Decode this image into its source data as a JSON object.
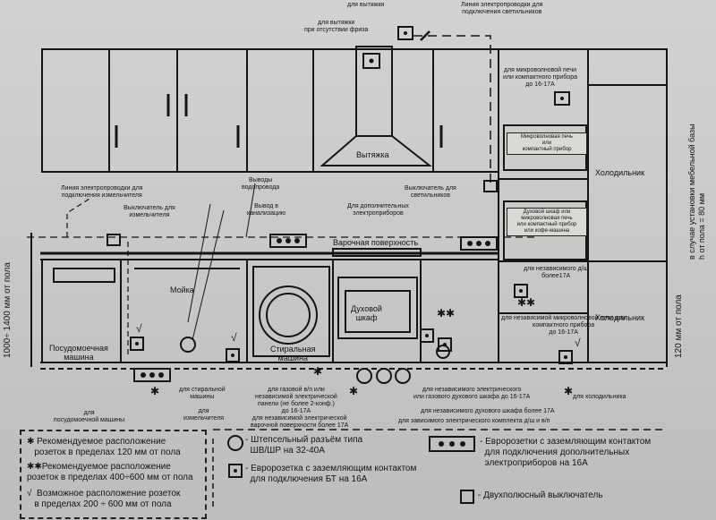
{
  "labels": {
    "vytyazhka_top": "для вытяжки",
    "vytyazhka_no_friz": "для вытяжки\nпри отсутствии фриза",
    "svetilniki_line": "Линия электропроводки для\nподключения светильников",
    "mikro_compact": "для микроволновой печи\nили компактного прибора\nдо 16-17А",
    "microwave_box": "Микроволновая печь\nили\nкомпактный прибор",
    "hood": "Вытяжка",
    "fridge_top": "Холодильник",
    "fridge_bottom": "Холодильник",
    "izmelchitel_line": "Линия электропроводки для\nподключения измельчителя",
    "izmelchitel_switch": "Выключатель для\nизмельчителя",
    "vodoprovod": "Выводы\nводопровода",
    "kanalizacia": "Вывод в\nканализацию",
    "svet_switch": "Выключатель для\nсветильников",
    "dop_pribory": "Для дополнительных\nэлектроприборов",
    "oven_panel": "Духовой шкаф или\nмикроволновая печь\nили компактный прибор\nили кофе-машина",
    "hob": "Варочная поверхность",
    "sink": "Мойка",
    "oven": "Духовой\nшкаф",
    "washer": "Стиральная\nмашина",
    "dishwasher": "Посудомоечная\nмашина",
    "indep_d": "для независимого д/ш\nболее17А",
    "indep_micro": "для независимой микроволновой печи или\nкомпактного прибора\nдо 16-17А",
    "height_left": "1000÷ 1400 мм от пола",
    "height_right": "120 мм от пола",
    "base_right": "в случае установки мебельной базы\nh от пола = 80 мм",
    "washer_socket": "для стиральной\nмашины",
    "izm_socket": "для\nизмельчителя",
    "dish_socket": "для\nпосудомоечной машины",
    "gas_socket": "для газовой в/п или\nнезависимой электрической\nпанели (не более 2-конф.)\nдо 16-17А",
    "indep_hob": "для независимой электрической\nварочной поверхности более 17А",
    "indep_oven_gas": "для независимого электрического\nили газового духового шкафа до 16-17А",
    "indep_oven_17": "для независимого духового шкафа более 17А",
    "komplekt": "для зависимого электрического комплекта д/ш и в/п",
    "fridge_socket": "для холодильника",
    "mark_double_star": "✱✱",
    "mark_star": "✱",
    "mark_check": "√"
  },
  "legend": {
    "l1": "✱ Рекомендуемое расположение\n   розеток в пределах 120 мм от пола",
    "l2": "✱✱Рекомендуемое расположение\nрозеток в пределах 400÷600 мм от пола",
    "l3": "√  Возможное расположение розеток\n   в пределах 200 ÷ 600 мм от пола",
    "plug": "- Штепсельный разъём типа\n  ШВ/ШР на 32-40А",
    "euro": "- Евророзетка с заземляющим контактом\n  для подключения БТ на 16А",
    "triple": "- Евророзетки с заземляющим контактом\n  для подключения дополнительных\n  электроприборов на 16А",
    "switch2": "- Двухполюсный выключатель"
  }
}
